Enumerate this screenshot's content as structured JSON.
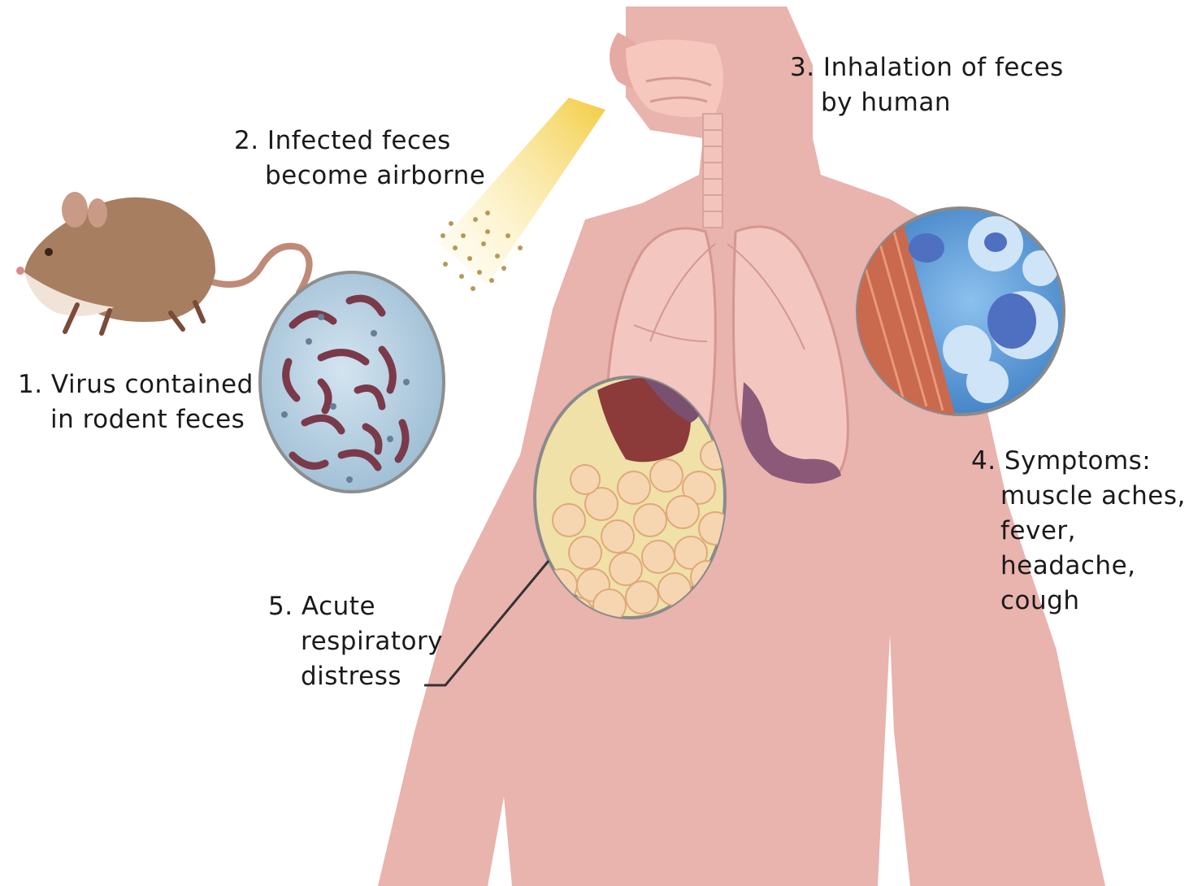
{
  "steps": [
    {
      "lines": [
        "1. Virus contained",
        "in rodent feces"
      ]
    },
    {
      "lines": [
        "2. Infected feces",
        "become airborne"
      ]
    },
    {
      "lines": [
        "3. Inhalation of feces",
        "by human"
      ]
    },
    {
      "lines": [
        "4. Symptoms:",
        "muscle aches,",
        "fever,",
        "headache,",
        "cough"
      ]
    },
    {
      "lines": [
        "5. Acute",
        "respiratory",
        "distress"
      ]
    }
  ],
  "colors": {
    "background": "#ffffff",
    "body": "#e9b3ae",
    "rodent": "#a77e60",
    "lungs": "#f3c6bf",
    "virus_bg": "#b9d2e4",
    "virus": "#7a3a4a",
    "symptom_bg": "#5f9ed8",
    "muscle": "#c9694e",
    "alveoli": "#f6d6b0",
    "airborne": "#f5d25a"
  }
}
